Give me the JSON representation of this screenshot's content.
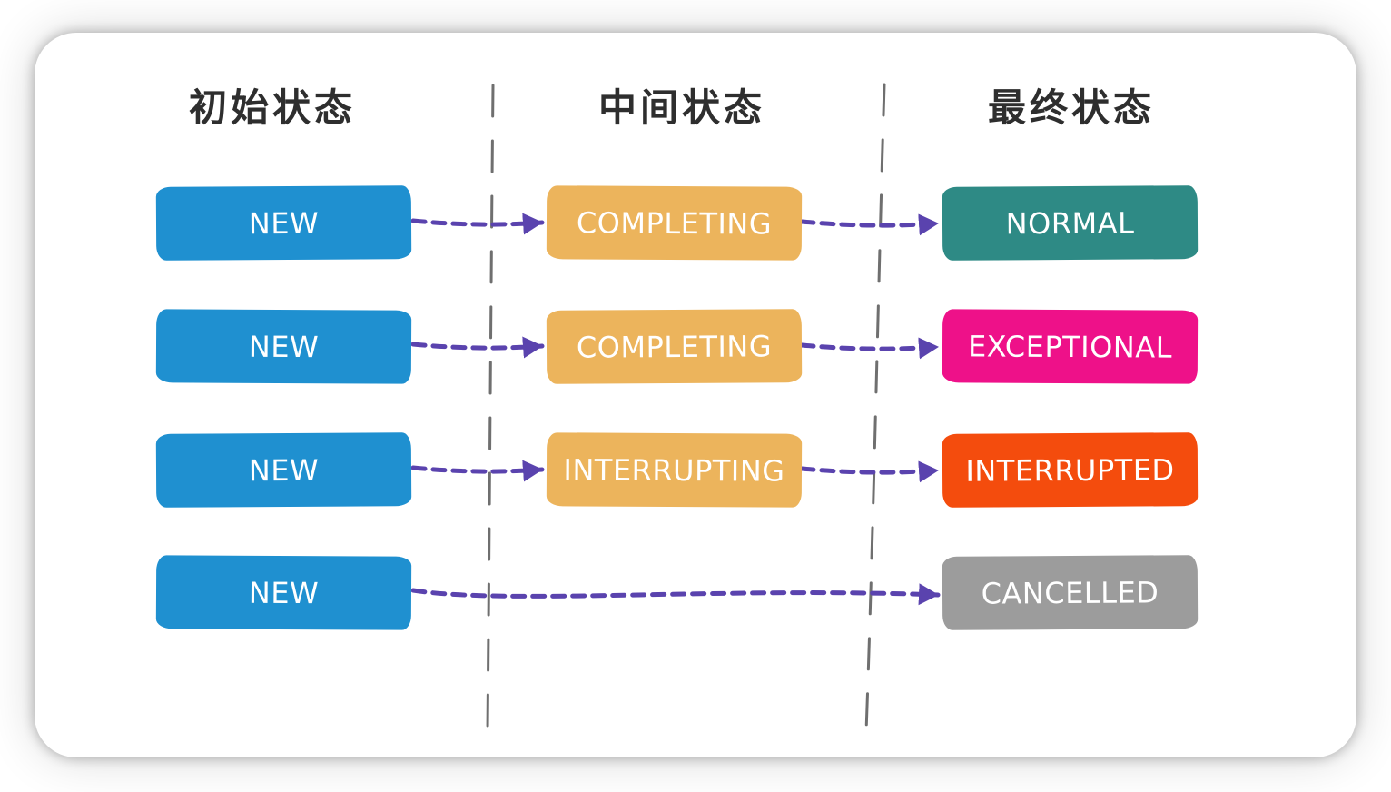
{
  "diagram": {
    "title_semantics": "FutureTask state transition diagram",
    "columns": [
      {
        "id": "initial",
        "header": "初始状态"
      },
      {
        "id": "intermediate",
        "header": "中间状态"
      },
      {
        "id": "final",
        "header": "最终状态"
      }
    ],
    "rows": [
      {
        "initial": {
          "label": "NEW",
          "color": "#1f90d0"
        },
        "intermediate": {
          "label": "COMPLETING",
          "color": "#ecb45c"
        },
        "final": {
          "label": "NORMAL",
          "color": "#2e8a85"
        }
      },
      {
        "initial": {
          "label": "NEW",
          "color": "#1f90d0"
        },
        "intermediate": {
          "label": "COMPLETING",
          "color": "#ecb45c"
        },
        "final": {
          "label": "EXCEPTIONAL",
          "color": "#ee1189"
        }
      },
      {
        "initial": {
          "label": "NEW",
          "color": "#1f90d0"
        },
        "intermediate": {
          "label": "INTERRUPTING",
          "color": "#ecb45c"
        },
        "final": {
          "label": "INTERRUPTED",
          "color": "#f44c0d"
        }
      },
      {
        "initial": {
          "label": "NEW",
          "color": "#1f90d0"
        },
        "intermediate": null,
        "final": {
          "label": "CANCELLED",
          "color": "#9c9c9c"
        }
      }
    ],
    "colors": {
      "arrow": "#5a43ae",
      "divider": "#6f6f6f",
      "header_text": "#2e2e2e",
      "box_text": "#ffffff",
      "card_bg": "#ffffff"
    }
  }
}
